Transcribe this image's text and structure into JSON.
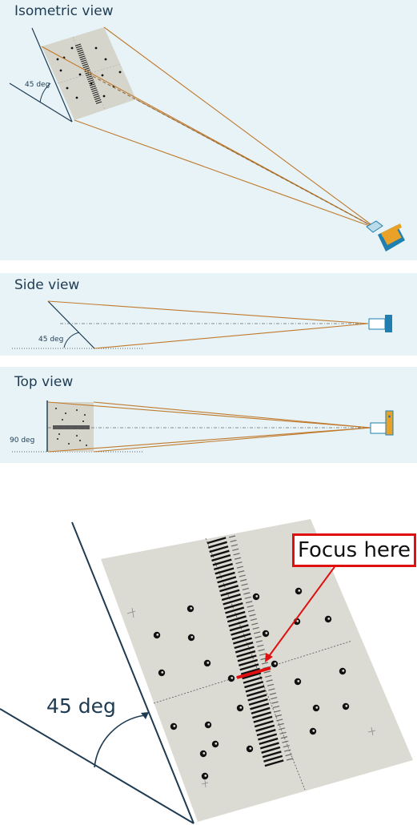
{
  "panels": {
    "isometric": {
      "title": "Isometric view",
      "angle_label": "45 deg"
    },
    "side": {
      "title": "Side view",
      "angle_label": "45 deg"
    },
    "top": {
      "title": "Top view",
      "angle_label": "90 deg"
    }
  },
  "detail": {
    "angle_label": "45 deg",
    "callout": "Focus here"
  },
  "colors": {
    "panel_bg": "#e7f3f7",
    "target_bg": "#d9d8d0",
    "ray": "#c07a2c",
    "camera_blue": "#1e7fb0",
    "camera_orange": "#e9a227",
    "line_dark": "#1f3b52",
    "highlight": "#e01010"
  },
  "icons": [
    "camera-icon",
    "target-chart",
    "arrow-icon"
  ]
}
